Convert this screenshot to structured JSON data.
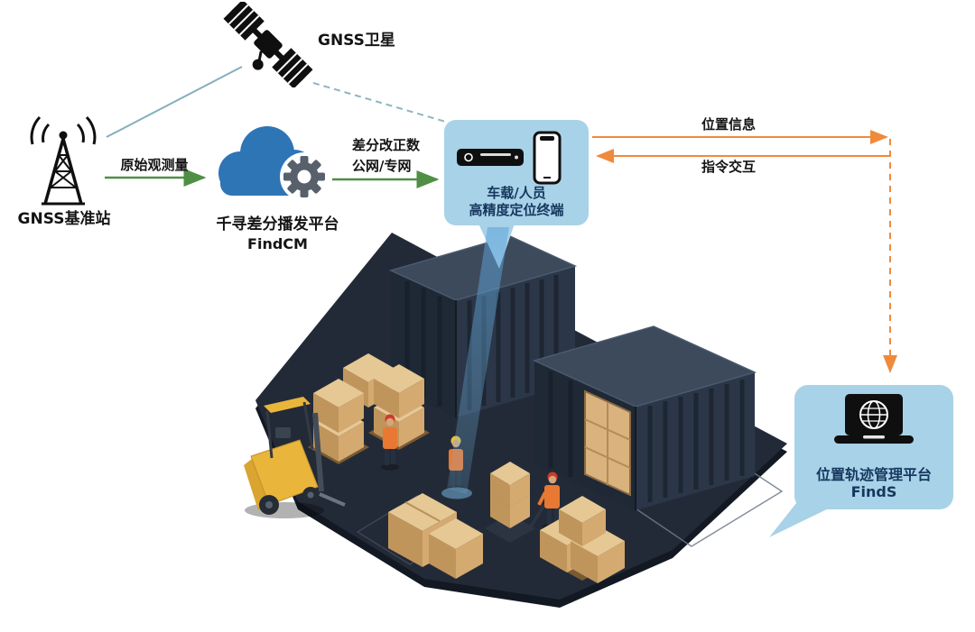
{
  "nodes": {
    "satellite": {
      "label": "GNSS卫星"
    },
    "base_station": {
      "label": "GNSS基准站"
    },
    "cloud_platform": {
      "title": "千寻差分播发平台",
      "subtitle": "FindCM"
    },
    "terminal": {
      "title": "车载/人员",
      "subtitle": "高精度定位终端"
    },
    "management_platform": {
      "title": "位置轨迹管理平台",
      "subtitle": "FindS"
    }
  },
  "edges": {
    "raw_observation": {
      "label": "原始观测量"
    },
    "correction": {
      "line1": "差分改正数",
      "line2": "公网/专网"
    },
    "position_info": {
      "label": "位置信息"
    },
    "command": {
      "label": "指令交互"
    }
  },
  "icons": {
    "satellite": "satellite-icon",
    "base_station": "antenna-tower-icon",
    "cloud": "cloud-icon",
    "gear": "gear-icon",
    "receiver": "receiver-box-icon",
    "phone": "smartphone-icon",
    "laptop": "laptop-globe-icon"
  },
  "scene_elements": [
    "shipping-container",
    "shipping-container-open",
    "pallet-boxes",
    "forklift",
    "pallet-jack",
    "warehouse-workers",
    "positioning-beam"
  ],
  "colors": {
    "node_box_bg": "#a8d2e8",
    "node_text": "#17375e",
    "green_arrow": "#4f8f45",
    "orange_arrow": "#ef8a3d",
    "teal_line": "#85afbc",
    "cloud_blue": "#2e75b6",
    "gear_gray": "#57606b",
    "platform_dark": "#232a37",
    "container_navy": "#2b3748",
    "box_tan": "#d4aa70",
    "label_text": "#141414"
  }
}
